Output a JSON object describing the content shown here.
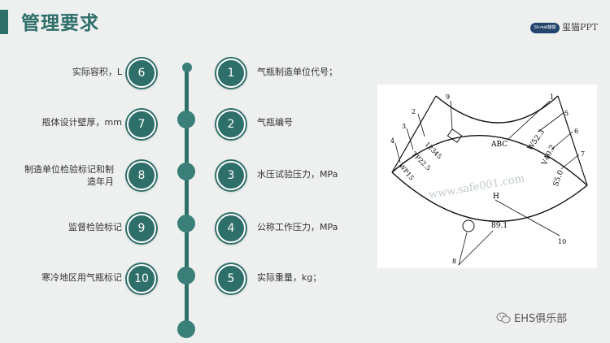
{
  "header": {
    "title": "管理要求",
    "logo_mark": "Sh·mall猫猫",
    "logo_text": "玺猫PPT"
  },
  "left_items": [
    {
      "number": "6",
      "text": "实际容积，L"
    },
    {
      "number": "7",
      "text": "瓶体设计壁厚，mm"
    },
    {
      "number": "8",
      "text": "制造单位检验标记和制造年月"
    },
    {
      "number": "9",
      "text": "监督检验标记"
    },
    {
      "number": "10",
      "text": "寒冷地区用气瓶标记"
    }
  ],
  "right_items": [
    {
      "number": "1",
      "text": "气瓶制造单位代号；"
    },
    {
      "number": "2",
      "text": "气瓶编号"
    },
    {
      "number": "3",
      "text": "水压试验压力，MPa"
    },
    {
      "number": "4",
      "text": "公称工作压力，MPa"
    },
    {
      "number": "5",
      "text": "实际重量，kg；"
    }
  ],
  "diagram": {
    "marks": {
      "abc": "ABC",
      "w": "W52.3",
      "v": "V40.2",
      "s": "S5.0",
      "h": "H",
      "num": "89.1",
      "serial": "12345",
      "tp": "TP22.5",
      "wp": "WP15",
      "watermark": "www.safe001.com"
    },
    "callouts": [
      "1",
      "2",
      "3",
      "4",
      "5",
      "6",
      "7",
      "8",
      "9",
      "10"
    ]
  },
  "watermark": {
    "text": "EHS俱乐部",
    "icon": "wechat-icon"
  },
  "colors": {
    "accent": "#2f6f69",
    "dot": "#3a7f78"
  }
}
